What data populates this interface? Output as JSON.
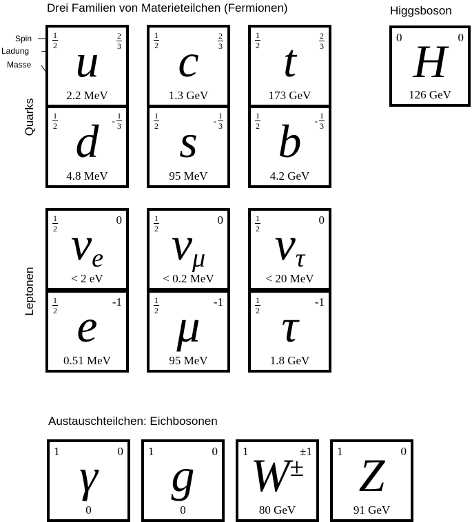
{
  "headings": {
    "fermions": "Drei Familien von Materieteilchen (Fermionen)",
    "higgs": "Higgsboson",
    "gauge": "Austauschteilchen: Eichbosonen",
    "quarks": "Quarks",
    "leptons": "Leptonen"
  },
  "legend": {
    "spin": "Spin",
    "charge": "Ladung",
    "mass": "Masse"
  },
  "particles": {
    "u": {
      "spin_num": "1",
      "spin_den": "2",
      "charge_sign": "",
      "charge_num": "2",
      "charge_den": "3",
      "symbol": "u",
      "sub": "",
      "sup": "",
      "mass": "2.2 MeV"
    },
    "c": {
      "spin_num": "1",
      "spin_den": "2",
      "charge_sign": "",
      "charge_num": "2",
      "charge_den": "3",
      "symbol": "c",
      "sub": "",
      "sup": "",
      "mass": "1.3 GeV"
    },
    "t": {
      "spin_num": "1",
      "spin_den": "2",
      "charge_sign": "",
      "charge_num": "2",
      "charge_den": "3",
      "symbol": "t",
      "sub": "",
      "sup": "",
      "mass": "173 GeV"
    },
    "d": {
      "spin_num": "1",
      "spin_den": "2",
      "charge_sign": "-",
      "charge_num": "1",
      "charge_den": "3",
      "symbol": "d",
      "sub": "",
      "sup": "",
      "mass": "4.8 MeV"
    },
    "s": {
      "spin_num": "1",
      "spin_den": "2",
      "charge_sign": "-",
      "charge_num": "1",
      "charge_den": "3",
      "symbol": "s",
      "sub": "",
      "sup": "",
      "mass": "95 MeV"
    },
    "b": {
      "spin_num": "1",
      "spin_den": "2",
      "charge_sign": "-",
      "charge_num": "1",
      "charge_den": "3",
      "symbol": "b",
      "sub": "",
      "sup": "",
      "mass": "4.2 GeV"
    },
    "nue": {
      "spin_num": "1",
      "spin_den": "2",
      "charge": "0",
      "symbol": "ν",
      "sub": "e",
      "sup": "",
      "mass": "< 2 eV"
    },
    "numu": {
      "spin_num": "1",
      "spin_den": "2",
      "charge": "0",
      "symbol": "ν",
      "sub": "μ",
      "sup": "",
      "mass": "< 0.2 MeV"
    },
    "nutau": {
      "spin_num": "1",
      "spin_den": "2",
      "charge": "0",
      "symbol": "ν",
      "sub": "τ",
      "sup": "",
      "mass": "< 20 MeV"
    },
    "e": {
      "spin_num": "1",
      "spin_den": "2",
      "charge": "-1",
      "symbol": "e",
      "sub": "",
      "sup": "",
      "mass": "0.51 MeV"
    },
    "mu": {
      "spin_num": "1",
      "spin_den": "2",
      "charge": "-1",
      "symbol": "μ",
      "sub": "",
      "sup": "",
      "mass": "95 MeV"
    },
    "tau": {
      "spin_num": "1",
      "spin_den": "2",
      "charge": "-1",
      "symbol": "τ",
      "sub": "",
      "sup": "",
      "mass": "1.8 GeV"
    },
    "H": {
      "spin": "0",
      "charge": "0",
      "symbol": "H",
      "sub": "",
      "sup": "",
      "mass": "126 GeV"
    },
    "gamma": {
      "spin": "1",
      "charge": "0",
      "symbol": "γ",
      "sub": "",
      "sup": "",
      "mass": "0"
    },
    "g": {
      "spin": "1",
      "charge": "0",
      "symbol": "g",
      "sub": "",
      "sup": "",
      "mass": "0"
    },
    "W": {
      "spin": "1",
      "charge": "±1",
      "symbol": "W",
      "sub": "",
      "sup": "±",
      "mass": "80 GeV"
    },
    "Z": {
      "spin": "1",
      "charge": "0",
      "symbol": "Z",
      "sub": "",
      "sup": "",
      "mass": "91 GeV"
    }
  }
}
